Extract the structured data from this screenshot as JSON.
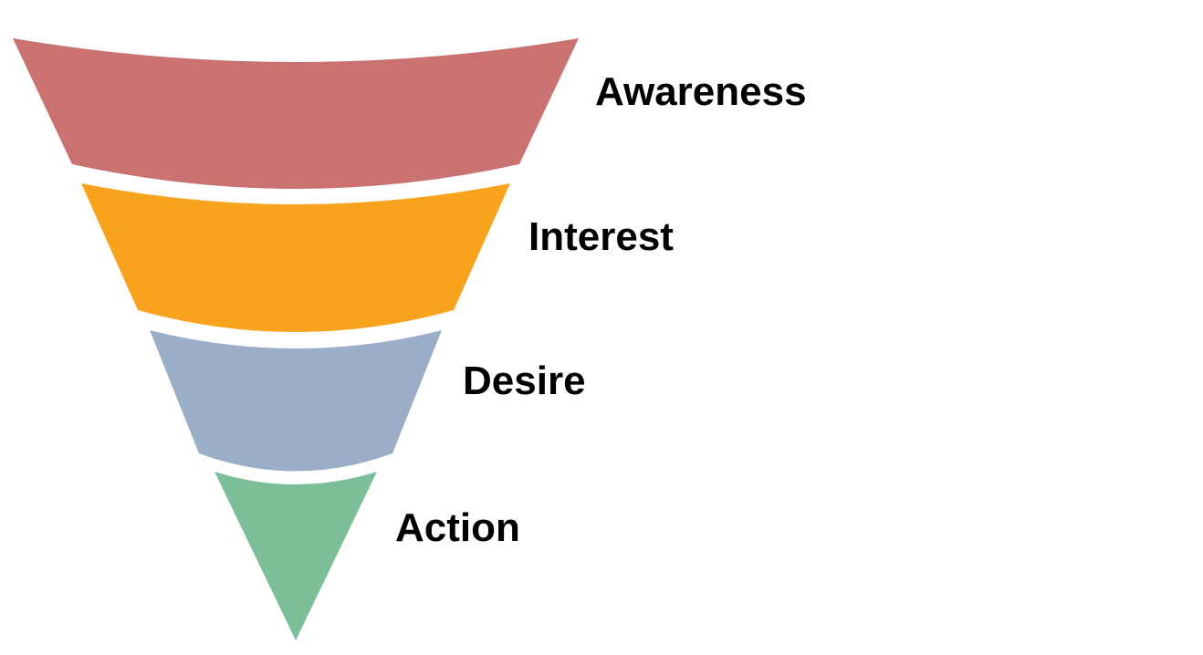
{
  "funnel": {
    "stages": [
      {
        "label": "Awareness",
        "color": "#C97271"
      },
      {
        "label": "Interest",
        "color": "#F8A31E"
      },
      {
        "label": "Desire",
        "color": "#9BAEC8"
      },
      {
        "label": "Action",
        "color": "#7BBE98"
      }
    ]
  }
}
